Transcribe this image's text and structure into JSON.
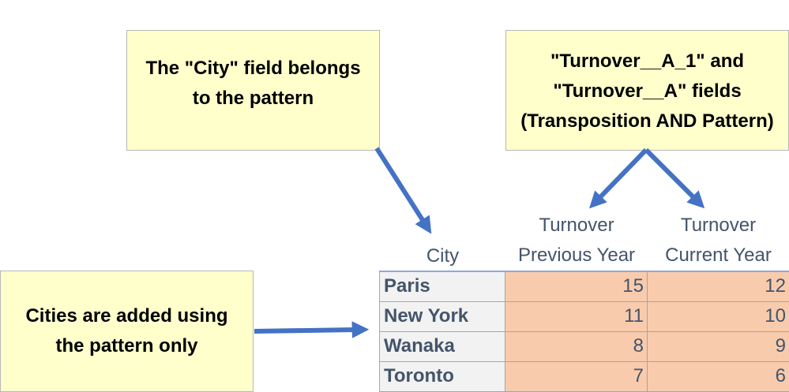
{
  "notes": {
    "city_field": {
      "line1": "The \"City\" field belongs",
      "line2": "to the pattern"
    },
    "turnover_fields": {
      "line1": "\"Turnover__A_1\" and",
      "line2": "\"Turnover__A\" fields",
      "line3": "(Transposition AND Pattern)"
    },
    "cities_added": {
      "line1": "Cities are added using",
      "line2": "the pattern only"
    }
  },
  "headers": {
    "city": "City",
    "previous_line1": "Turnover",
    "previous_line2": "Previous Year",
    "current_line1": "Turnover",
    "current_line2": "Current Year"
  },
  "rows": [
    {
      "city": "Paris",
      "previous": "15",
      "current": "12"
    },
    {
      "city": "New York",
      "previous": "11",
      "current": "10"
    },
    {
      "city": "Wanaka",
      "previous": "8",
      "current": "9"
    },
    {
      "city": "Toronto",
      "previous": "7",
      "current": "6"
    }
  ],
  "colors": {
    "note_fill": "#ffffcc",
    "arrow": "#4472c4",
    "header_text": "#44546a",
    "city_fill": "#f2f2f2",
    "value_fill": "#f8cbad"
  }
}
